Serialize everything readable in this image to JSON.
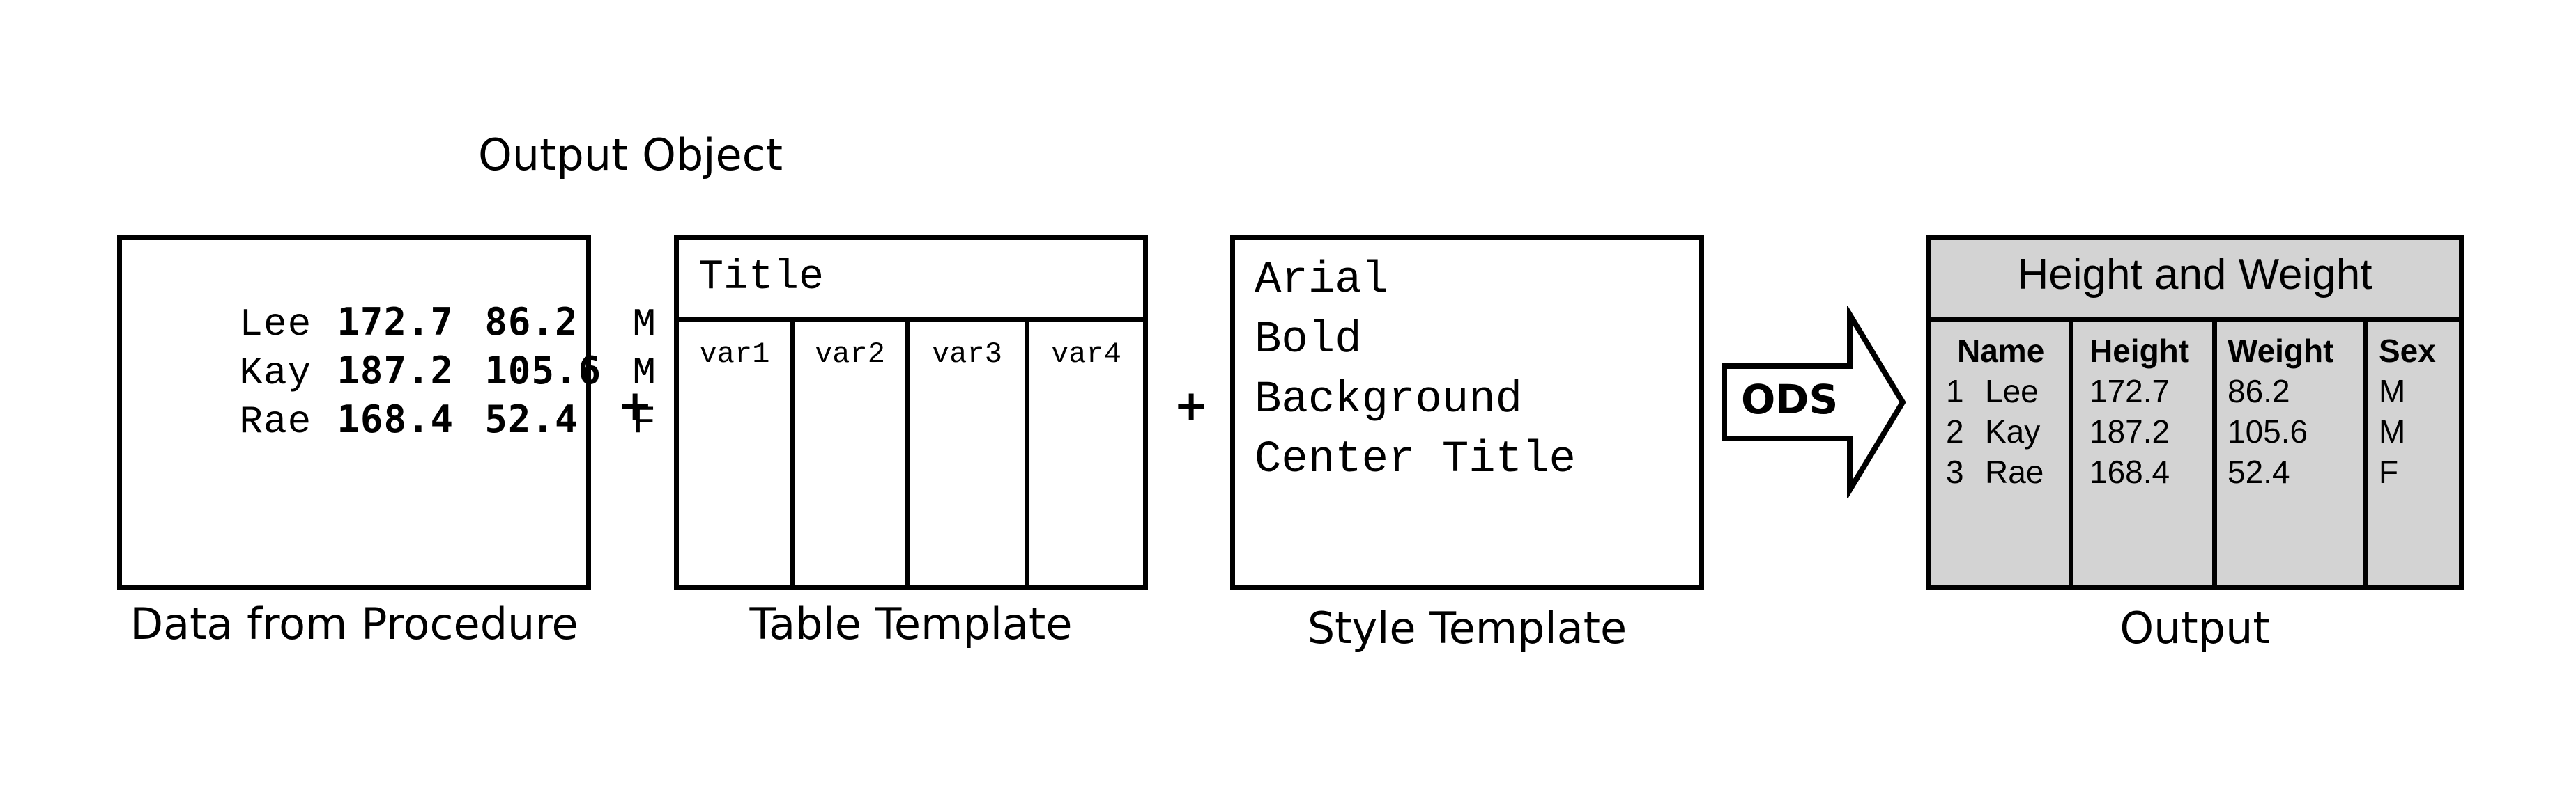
{
  "header": {
    "output_object_label": "Output Object"
  },
  "data_box": {
    "caption": "Data from Procedure",
    "rows": [
      {
        "name": "Lee",
        "height": "172.7",
        "weight": "86.2",
        "sex": "M"
      },
      {
        "name": "Kay",
        "height": "187.2",
        "weight": "105.6",
        "sex": "M"
      },
      {
        "name": "Rae",
        "height": "168.4",
        "weight": "52.4",
        "sex": "F"
      }
    ]
  },
  "operators": {
    "plus1": "+",
    "plus2": "+"
  },
  "table_template": {
    "caption": "Table Template",
    "title": "Title",
    "columns": [
      "var1",
      "var2",
      "var3",
      "var4"
    ]
  },
  "style_template": {
    "caption": "Style Template",
    "lines": [
      "Arial",
      "Bold",
      "Background",
      "Center Title"
    ]
  },
  "arrow": {
    "label": "ODS"
  },
  "output": {
    "caption": "Output",
    "title": "Height and Weight",
    "headers": [
      "Name",
      "Height",
      "Weight",
      "Sex"
    ],
    "rows": [
      {
        "num": "1",
        "name": "Lee",
        "height": "172.7",
        "weight": "86.2",
        "sex": "M"
      },
      {
        "num": "2",
        "name": "Kay",
        "height": "187.2",
        "weight": "105.6",
        "sex": "M"
      },
      {
        "num": "3",
        "name": "Rae",
        "height": "168.4",
        "weight": "52.4",
        "sex": "F"
      }
    ],
    "background_color": "#d3d3d3"
  }
}
